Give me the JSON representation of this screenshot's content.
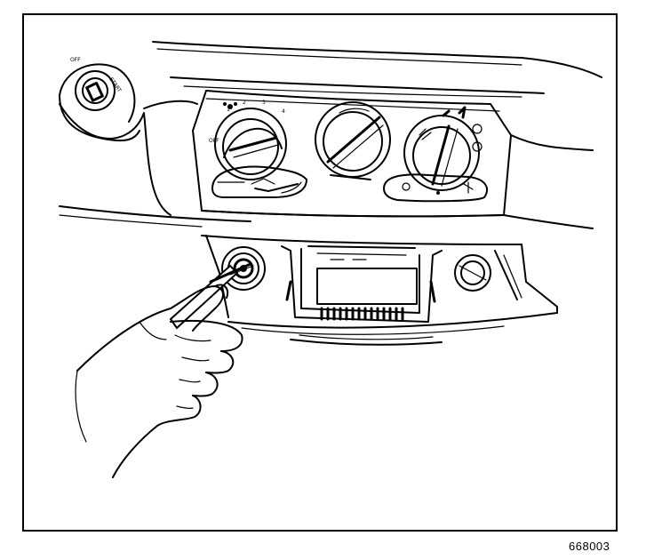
{
  "figure": {
    "number": "668003",
    "ignition_labels": {
      "off": "OFF",
      "start": "START"
    },
    "fan_knob_label": "OFF",
    "fan_speeds": [
      "1",
      "2",
      "3",
      "4"
    ]
  },
  "colors": {
    "line": "#000000",
    "background": "#ffffff"
  }
}
